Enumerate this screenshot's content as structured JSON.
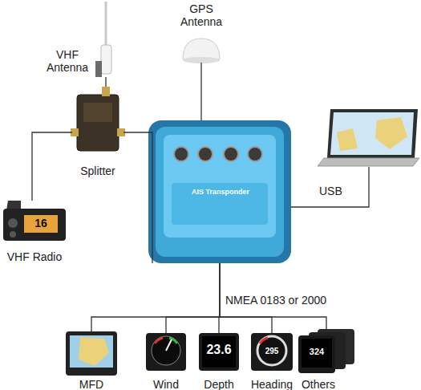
{
  "diagram": {
    "nodes": [
      {
        "text": [
          "VHF Antenna"
        ]
      },
      {
        "text": [
          "GPS Antenna"
        ]
      },
      {
        "text": [
          "Splitter"
        ]
      },
      {
        "text": [
          "AIS Transponder"
        ]
      },
      {
        "text": [
          "VHF Radio"
        ]
      },
      {
        "text": [
          "MFD"
        ]
      },
      {
        "text": [
          "Wind"
        ]
      },
      {
        "text": [
          "Depth"
        ]
      },
      {
        "text": [
          "Heading"
        ]
      },
      {
        "text": [
          "Others"
        ]
      }
    ],
    "edges": [
      {
        "from": 0,
        "to": 2,
        "arrow": "none"
      },
      {
        "from": 2,
        "to": 4,
        "arrow": "none"
      },
      {
        "from": 2,
        "to": 3,
        "arrow": "none"
      },
      {
        "from": 1,
        "to": 3,
        "arrow": "none"
      },
      {
        "from": 3,
        "to": 5,
        "arrow": "none"
      },
      {
        "from": 3,
        "to": 6,
        "arrow": "none"
      },
      {
        "from": 3,
        "to": 7,
        "arrow": "none"
      },
      {
        "from": 3,
        "to": 8,
        "arrow": "none"
      },
      {
        "from": 3,
        "to": 9,
        "arrow": "none"
      }
    ],
    "labels": [
      "USB",
      "NMEA 0183 or 2000",
      "16",
      "23.6",
      "295",
      "324"
    ]
  }
}
